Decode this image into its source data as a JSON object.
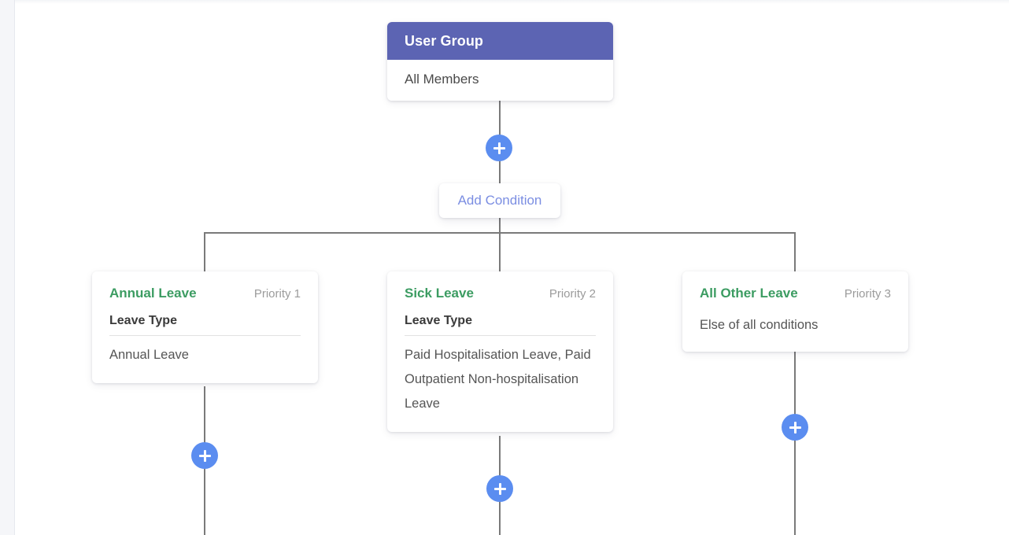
{
  "flow": {
    "root": {
      "header_label": "User Group",
      "body_value": "All Members",
      "header_color": "#5c64b3"
    },
    "add_condition": {
      "label": "Add Condition",
      "text_color": "#7b8ee2"
    },
    "add_node_icon": "plus-icon",
    "accent_blue": "#5b8df0",
    "branch_title_color": "#3c9c62",
    "branches": [
      {
        "title": "Annual Leave",
        "priority": "Priority 1",
        "field_label": "Leave Type",
        "field_value": "Annual Leave",
        "has_field": true
      },
      {
        "title": "Sick Leave",
        "priority": "Priority 2",
        "field_label": "Leave Type",
        "field_value": "Paid Hospitalisation Leave, Paid Outpatient Non-hospitalisation Leave",
        "has_field": true
      },
      {
        "title": "All Other Leave",
        "priority": "Priority 3",
        "field_label": "",
        "field_value": "Else of all conditions",
        "has_field": false
      }
    ]
  }
}
